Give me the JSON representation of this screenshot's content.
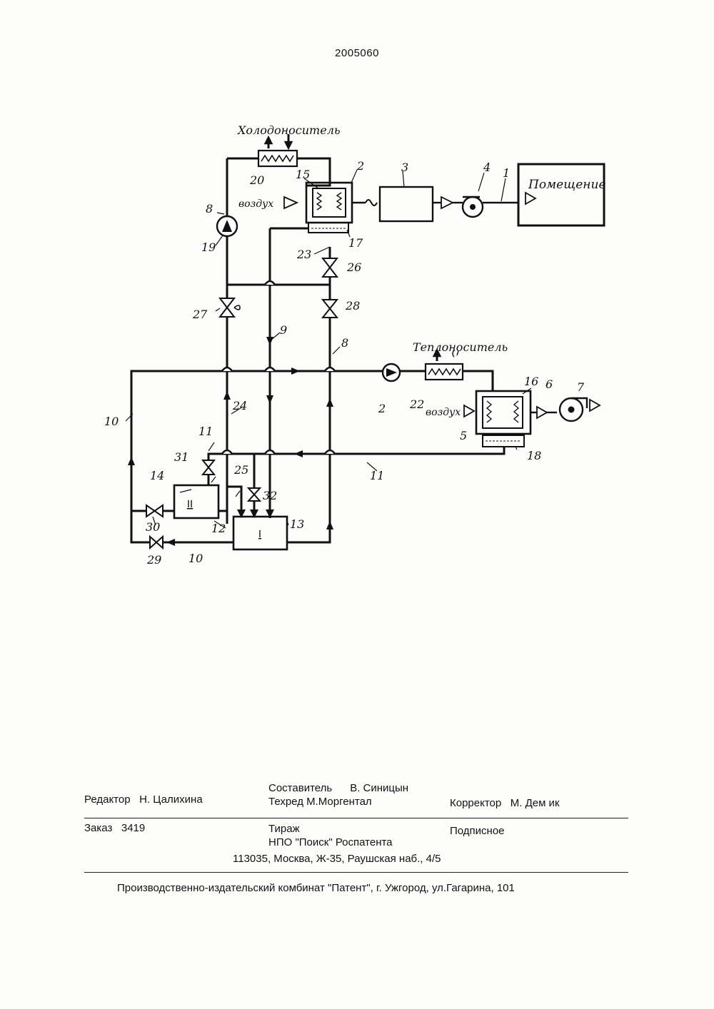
{
  "doc_number": "2005060",
  "diagram": {
    "fluid_labels": {
      "coolant": "Холодоноситель",
      "heat_carrier": "Теплоноситель",
      "room": "Помещение",
      "air_top": "воздух",
      "air_bottom": "воздух"
    },
    "labels": [
      "1",
      "2",
      "3",
      "4",
      "5",
      "6",
      "7",
      "8",
      "8",
      "8",
      "9",
      "10",
      "10",
      "11",
      "11",
      "12",
      "13",
      "14",
      "15",
      "16",
      "17",
      "18",
      "19",
      "20",
      "2",
      "22",
      "23",
      "24",
      "25",
      "26",
      "27",
      "28",
      "29",
      "30",
      "31",
      "32"
    ],
    "roman": [
      "II",
      "I"
    ]
  },
  "footer": {
    "editor_role": "Редактор",
    "editor_name": "Н. Цалихина",
    "compiler_role": "Составитель",
    "compiler_name": "В. Синицын",
    "techeditor": "Техред М.Моргентал",
    "corrector_role": "Корректор",
    "corrector_name": "М. Дем ик",
    "order_label": "Заказ",
    "order_number": "3419",
    "circulation": "Тираж",
    "subscription": "Подписное",
    "org": "НПО \"Поиск\" Роспатента",
    "address": "113035, Москва, Ж-35, Раушская наб., 4/5",
    "publisher": "Производственно-издательский комбинат \"Патент\", г. Ужгород, ул.Гагарина, 101"
  }
}
